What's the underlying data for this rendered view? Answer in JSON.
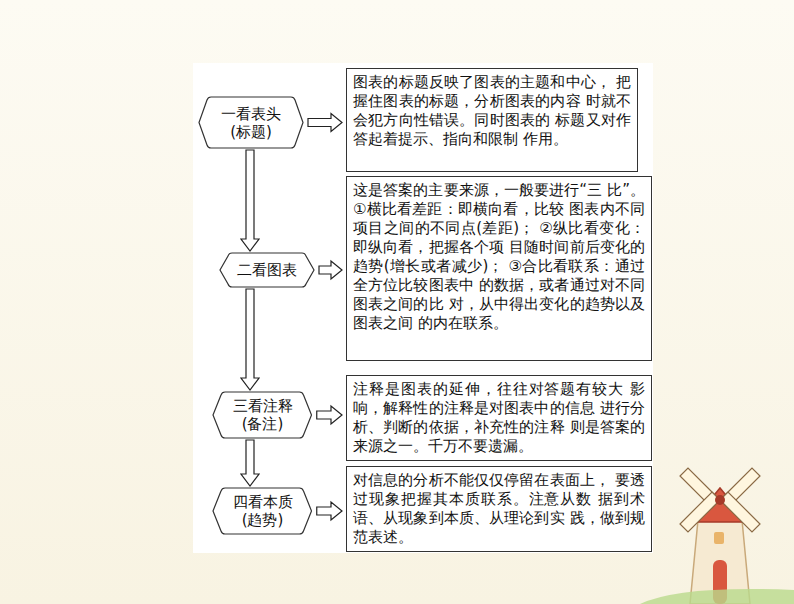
{
  "diagram": {
    "nodes": [
      {
        "text": [
          "一看表头 (标题)"
        ]
      },
      {
        "text": [
          "图表的标题反映了图表的主题和中心， 把握住图表的标题，分析图表的内容 时就不会犯方向性错误。同时图表的 标题又对作答起着提示、指向和限制 作用。"
        ]
      },
      {
        "text": [
          "二看图表"
        ]
      },
      {
        "text": [
          "这是答案的主要来源，一般要进行“三 比”。①横比看差距：即横向看，比较 图表内不同项目之间的不同点(差距)； ②纵比看变化：即纵向看，把握各个项 目随时间前后变化的趋势(增长或者减少)； ③合比看联系：通过全方位比较图表中 的数据，或者通过对不同图表之间的比 对，从中得出变化的趋势以及图表之间 的内在联系。"
        ]
      },
      {
        "text": [
          "三看注释 (备注)"
        ]
      },
      {
        "text": [
          "注释是图表的延伸，往往对答题有较大 影响，解释性的注释是对图表中的信息 进行分析、判断的依据，补充性的注释 则是答案的来源之一。千万不要遗漏。"
        ]
      },
      {
        "text": [
          "四看本质 (趋势)"
        ]
      },
      {
        "text": [
          "对信息的分析不能仅仅停留在表面上， 要透过现象把握其本质联系。注意从数 据到术语、从现象到本质、从理论到实 践，做到规范表述。"
        ]
      }
    ],
    "edges": [
      {
        "from": 0,
        "to": 2,
        "arrow": "to"
      },
      {
        "from": 2,
        "to": 4,
        "arrow": "to"
      },
      {
        "from": 4,
        "to": 6,
        "arrow": "to"
      },
      {
        "from": 0,
        "to": 1,
        "arrow": "to"
      },
      {
        "from": 2,
        "to": 3,
        "arrow": "to"
      },
      {
        "from": 4,
        "to": 5,
        "arrow": "to"
      },
      {
        "from": 6,
        "to": 7,
        "arrow": "to"
      }
    ]
  }
}
